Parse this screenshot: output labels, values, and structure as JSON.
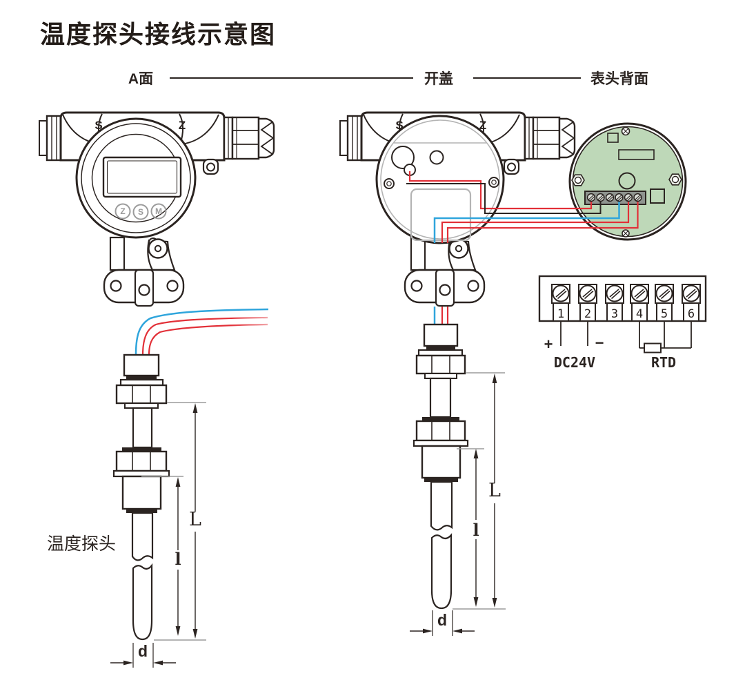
{
  "title": "温度探头接线示意图",
  "sections": {
    "front": "A面",
    "open": "开盖",
    "back": "表头背面"
  },
  "transmitter": {
    "mark_s": "S",
    "mark_z": "Z",
    "buttons": [
      "Z",
      "S",
      "M"
    ]
  },
  "probe": {
    "name_label": "温度探头",
    "dim_total": "L",
    "dim_insert": "l",
    "dim_diameter": "d"
  },
  "terminals": {
    "numbers": [
      "1",
      "2",
      "3",
      "4",
      "5",
      "6"
    ],
    "plus": "+",
    "minus": "−",
    "power": "DC24V",
    "sensor": "RTD"
  },
  "colors": {
    "ink": "#2b2421",
    "wire_red": "#e23038",
    "wire_blue": "#2fa5dc",
    "pcb_green": "#bed8b8",
    "metal_gray": "#9b9b9b"
  }
}
